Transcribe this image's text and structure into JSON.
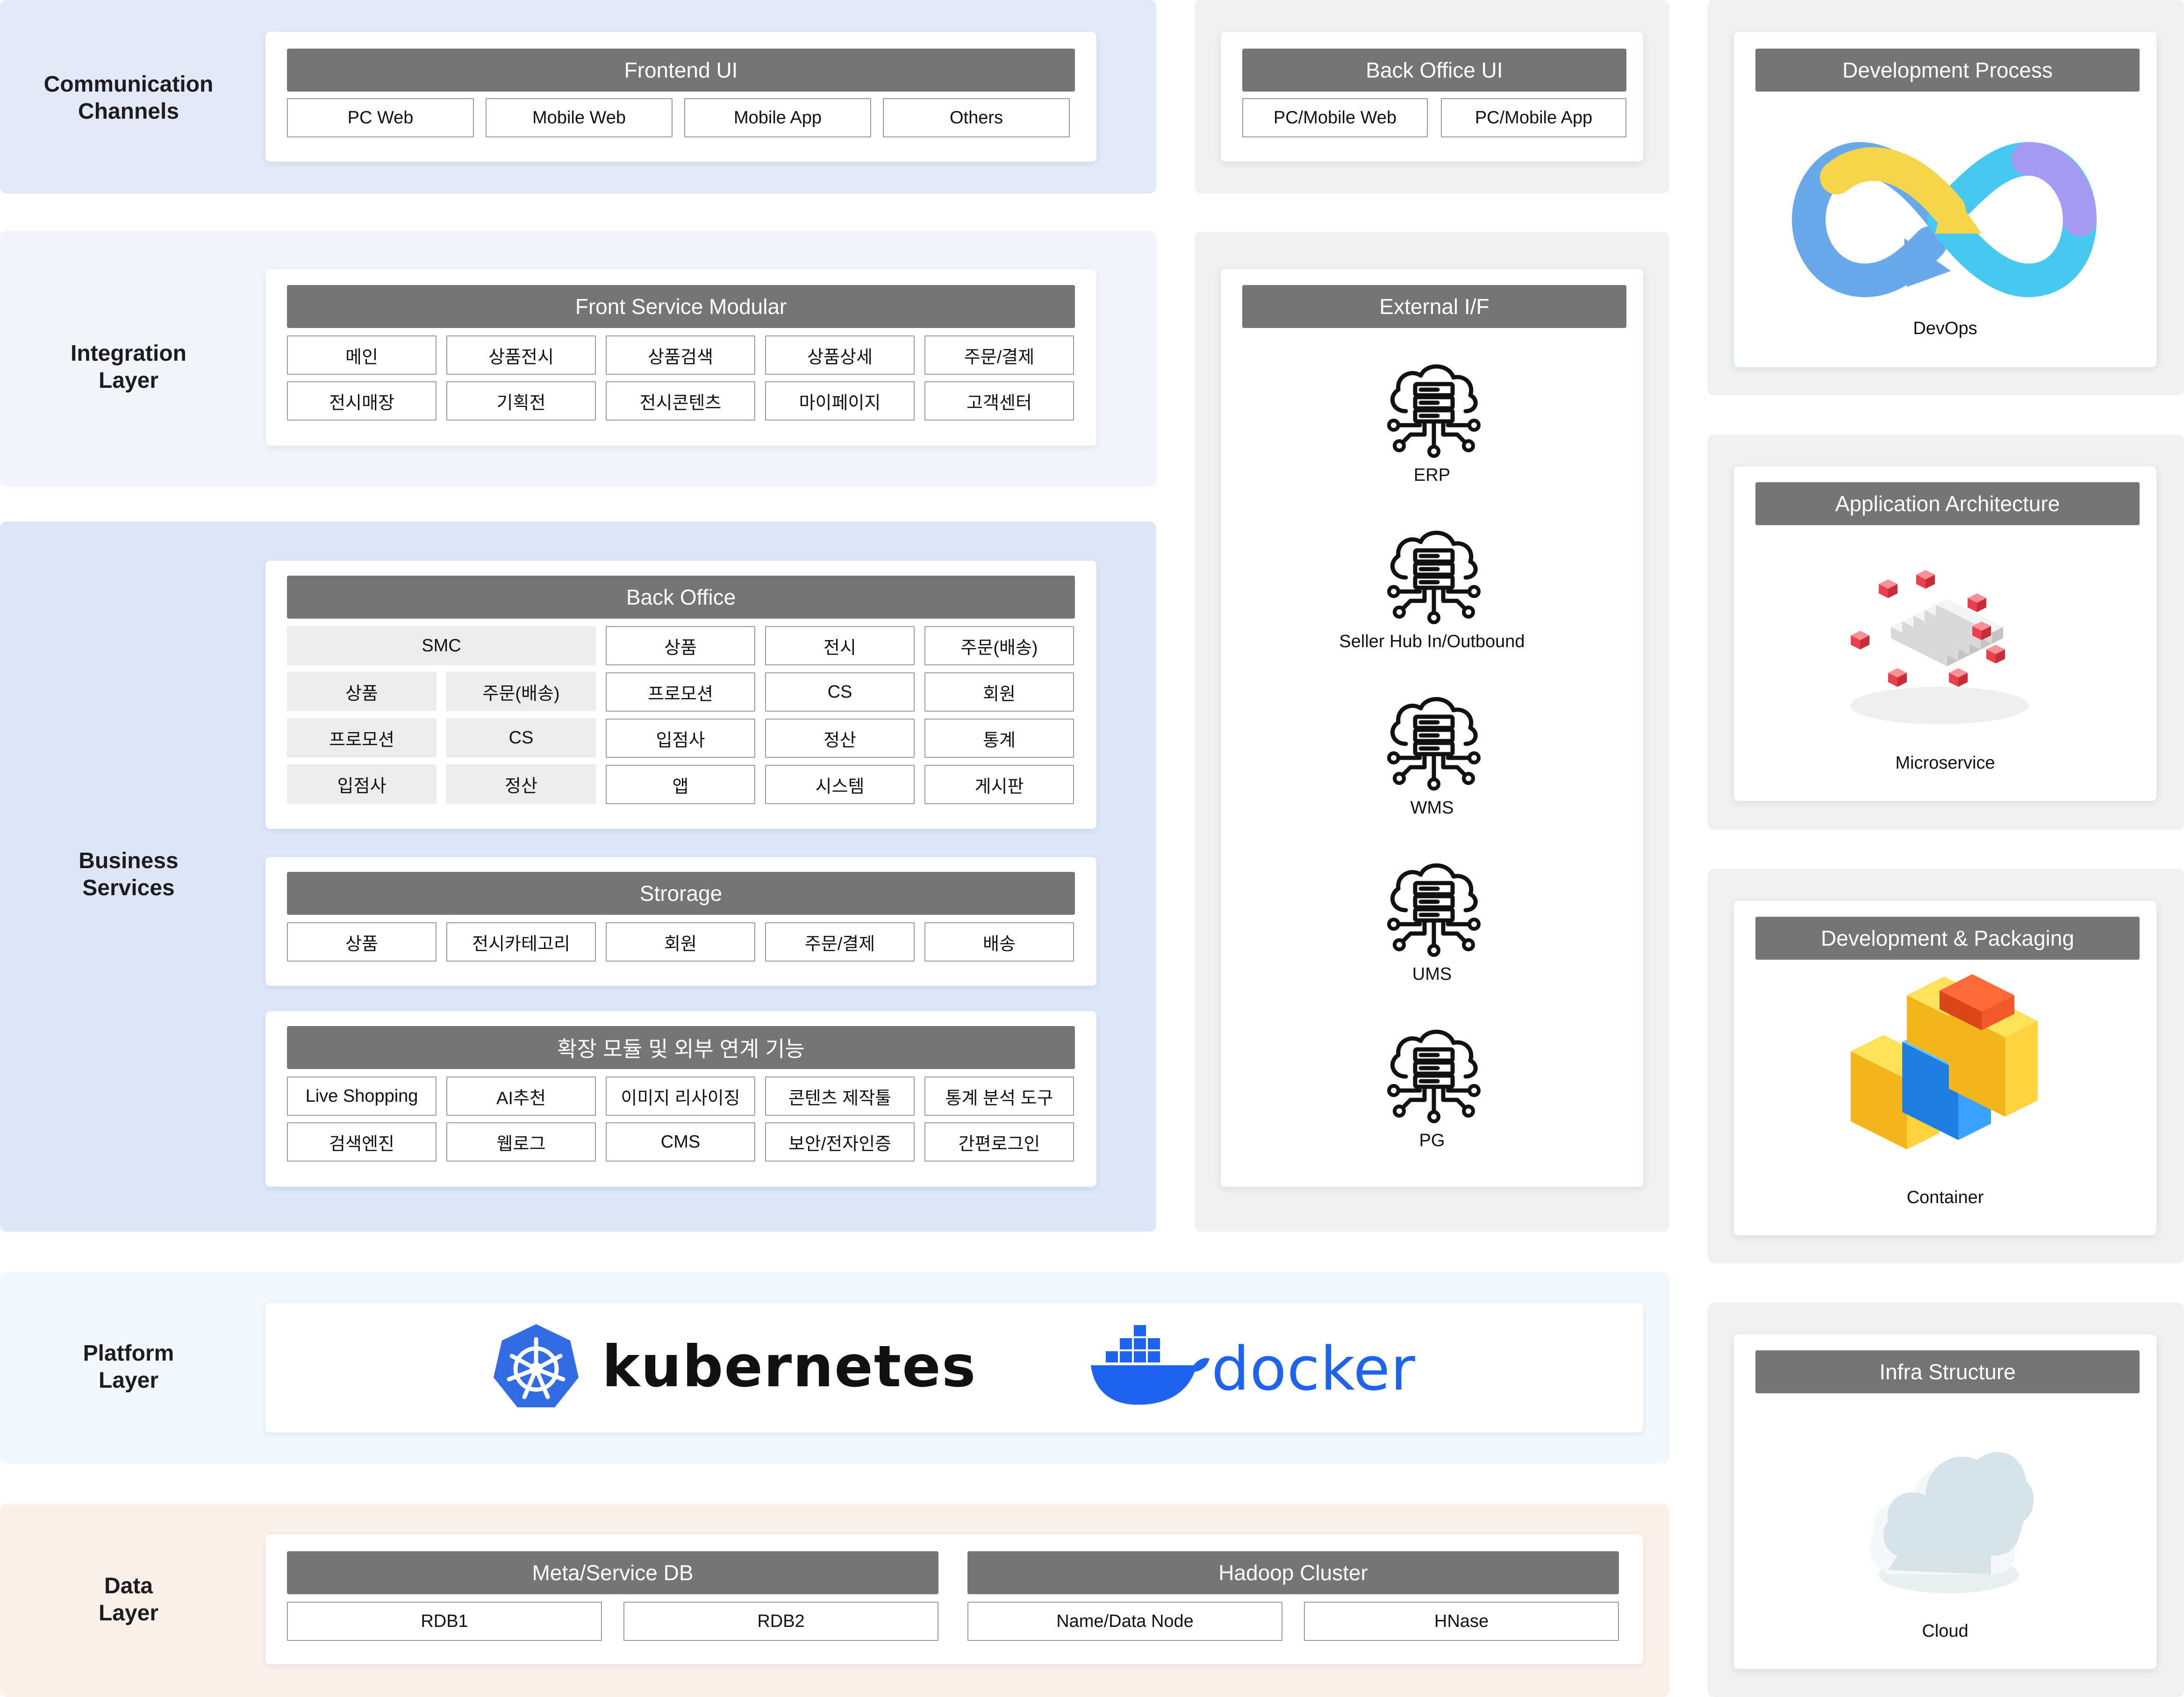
{
  "layers": {
    "communication": "Communication\nChannels",
    "integration": "Integration\nLayer",
    "business": "Business\nServices",
    "platform": "Platform\nLayer",
    "data": "Data\nLayer"
  },
  "frontend_ui": {
    "title": "Frontend UI",
    "items": [
      "PC Web",
      "Mobile Web",
      "Mobile App",
      "Others"
    ]
  },
  "backoffice_ui": {
    "title": "Back Office UI",
    "items": [
      "PC/Mobile Web",
      "PC/Mobile App"
    ]
  },
  "front_service": {
    "title": "Front Service Modular",
    "rows": [
      [
        "메인",
        "상품전시",
        "상품검색",
        "상품상세",
        "주문/결제"
      ],
      [
        "전시매장",
        "기획전",
        "전시콘텐츠",
        "마이페이지",
        "고객센터"
      ]
    ]
  },
  "back_office": {
    "title": "Back Office",
    "smc": {
      "title": "SMC",
      "items": [
        "상품",
        "주문(배송)",
        "프로모션",
        "CS",
        "입점사",
        "정산"
      ]
    },
    "grid": [
      [
        "상품",
        "전시",
        "주문(배송)"
      ],
      [
        "프로모션",
        "CS",
        "회원"
      ],
      [
        "입점사",
        "정산",
        "통계"
      ],
      [
        "앱",
        "시스템",
        "게시판"
      ]
    ]
  },
  "storage": {
    "title": "Strorage",
    "items": [
      "상품",
      "전시카테고리",
      "회원",
      "주문/결제",
      "배송"
    ]
  },
  "extension": {
    "title": "확장 모듈 및 외부 연계 기능",
    "rows": [
      [
        "Live Shopping",
        "AI추천",
        "이미지 리사이징",
        "콘텐츠 제작툴",
        "통계 분석 도구"
      ],
      [
        "검색엔진",
        "웹로그",
        "CMS",
        "보안/전자인증",
        "간편로그인"
      ]
    ]
  },
  "external_if": {
    "title": "External I/F",
    "items": [
      "ERP",
      "Seller Hub In/Outbound",
      "WMS",
      "UMS",
      "PG"
    ],
    "icon": "cloud-server-icon"
  },
  "platform": {
    "kubernetes": "kubernetes",
    "docker": "docker",
    "colors": {
      "kubernetes": "#326ce5",
      "docker": "#1d63ed"
    }
  },
  "data_layer": {
    "meta": {
      "title": "Meta/Service DB",
      "items": [
        "RDB1",
        "RDB2"
      ]
    },
    "hadoop": {
      "title": "Hadoop Cluster",
      "items": [
        "Name/Data Node",
        "HNase"
      ]
    }
  },
  "side_panels": [
    {
      "title": "Development Process",
      "caption": "DevOps",
      "icon": "devops-infinity-icon"
    },
    {
      "title": "Application Architecture",
      "caption": "Microservice",
      "icon": "microservice-cubes-icon"
    },
    {
      "title": "Development & Packaging",
      "caption": "Container",
      "icon": "container-blocks-icon"
    },
    {
      "title": "Infra Structure",
      "caption": "Cloud",
      "icon": "cloud-icon"
    }
  ]
}
